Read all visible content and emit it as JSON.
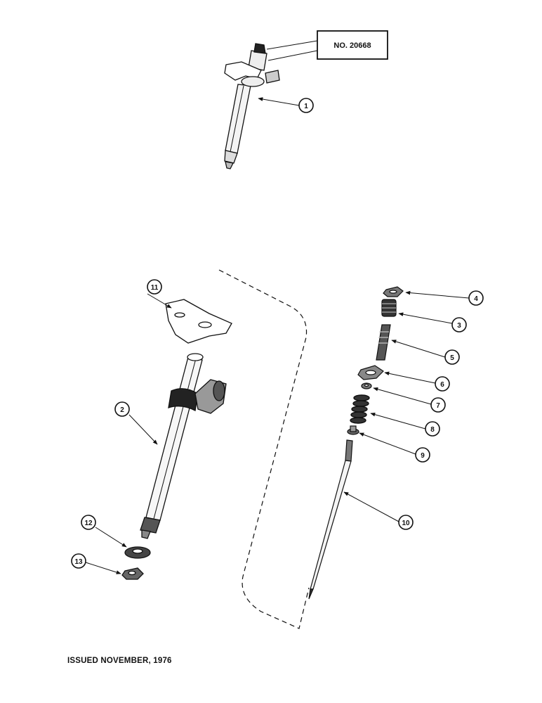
{
  "reference_box": "NO. 20668",
  "callouts": [
    {
      "id": "c1",
      "label": "1"
    },
    {
      "id": "c2",
      "label": "2"
    },
    {
      "id": "c3",
      "label": "3"
    },
    {
      "id": "c4",
      "label": "4"
    },
    {
      "id": "c5",
      "label": "5"
    },
    {
      "id": "c6",
      "label": "6"
    },
    {
      "id": "c7",
      "label": "7"
    },
    {
      "id": "c8",
      "label": "8"
    },
    {
      "id": "c9",
      "label": "9"
    },
    {
      "id": "c10",
      "label": "10"
    },
    {
      "id": "c11",
      "label": "11"
    },
    {
      "id": "c12",
      "label": "12"
    },
    {
      "id": "c13",
      "label": "13"
    }
  ],
  "footer": {
    "issued": "ISSUED NOVEMBER, 1976"
  }
}
